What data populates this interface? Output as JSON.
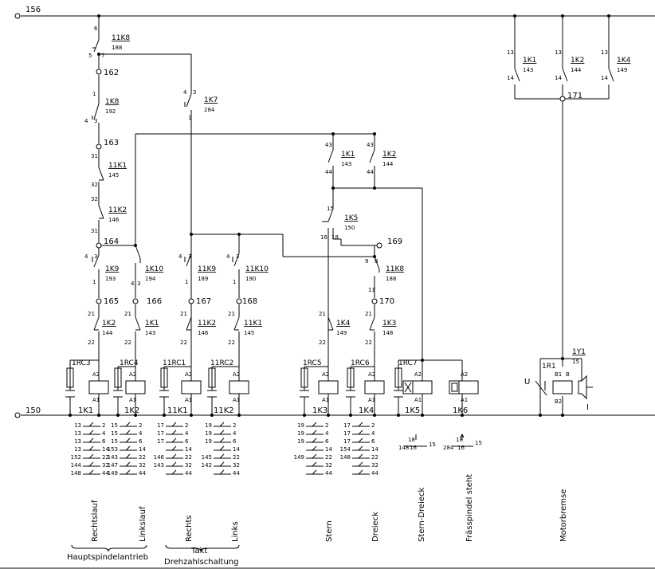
{
  "rails": {
    "top": "156",
    "bottom": "150"
  },
  "nodes": [
    "162",
    "163",
    "164",
    "165",
    "166",
    "167",
    "168",
    "169",
    "170",
    "171"
  ],
  "contacts": {
    "k8top": {
      "name": "11K8",
      "ref": "188",
      "t1": "6",
      "t2": "5",
      "t3": "7"
    },
    "k8": {
      "name": "1K8",
      "ref": "192",
      "t1": "1",
      "t2": "4",
      "t3": "3"
    },
    "k1a": {
      "name": "11K1",
      "ref": "145",
      "t1": "31",
      "t2": "32"
    },
    "k2a": {
      "name": "11K2",
      "ref": "146",
      "t1": "32",
      "t2": "31"
    },
    "k7": {
      "name": "1K7",
      "ref": "284",
      "t1": "4",
      "t2": "3",
      "t3": "1"
    },
    "k9": {
      "name": "1K9",
      "ref": "193",
      "t1": "4",
      "t2": "3",
      "t3": "1"
    },
    "k10": {
      "name": "1K10",
      "ref": "194",
      "t1": "3",
      "t2": "4"
    },
    "k9b": {
      "name": "11K9",
      "ref": "189",
      "t1": "4",
      "t2": "3",
      "t3": "1"
    },
    "k10b": {
      "name": "11K10",
      "ref": "190",
      "t1": "4",
      "t2": "3",
      "t3": "1"
    },
    "c1": {
      "name": "1K2",
      "ref": "144",
      "t1": "21",
      "t2": "22"
    },
    "c2": {
      "name": "1K1",
      "ref": "143",
      "t1": "21",
      "t2": "22"
    },
    "c3": {
      "name": "11K2",
      "ref": "146",
      "t1": "21",
      "t2": "22"
    },
    "c4": {
      "name": "11K1",
      "ref": "145",
      "t1": "21",
      "t2": "22"
    },
    "sk1": {
      "name": "1K1",
      "ref": "143",
      "t1": "43",
      "t2": "44"
    },
    "sk2": {
      "name": "1K2",
      "ref": "144",
      "t1": "43",
      "t2": "44"
    },
    "k5": {
      "name": "1K5",
      "ref": "150",
      "t1": "15",
      "t2": "16",
      "t3": "18"
    },
    "k8b": {
      "name": "11K8",
      "ref": "188",
      "t1": "9",
      "t2": "8",
      "t3": "11"
    },
    "c5": {
      "name": "1K4",
      "ref": "149",
      "t1": "21",
      "t2": "22"
    },
    "c6": {
      "name": "1K3",
      "ref": "148",
      "t1": "21",
      "t2": "22"
    },
    "b1": {
      "name": "1K1",
      "ref": "143",
      "t1": "13",
      "t2": "14"
    },
    "b2": {
      "name": "1K2",
      "ref": "144",
      "t1": "13",
      "t2": "14"
    },
    "b3": {
      "name": "1K4",
      "ref": "149",
      "t1": "13",
      "t2": "14"
    }
  },
  "coils": [
    {
      "rc": "1RC3",
      "name": "1K1",
      "a1": "A1",
      "a2": "A2"
    },
    {
      "rc": "1RC4",
      "name": "1K2",
      "a1": "A1",
      "a2": "A2"
    },
    {
      "rc": "11RC1",
      "name": "11K1",
      "a1": "A1",
      "a2": "A2"
    },
    {
      "rc": "11RC2",
      "name": "11K2",
      "a1": "A1",
      "a2": "A2"
    },
    {
      "rc": "1RC5",
      "name": "1K3",
      "a1": "A1",
      "a2": "A2"
    },
    {
      "rc": "1RC6",
      "name": "1K4",
      "a1": "A1",
      "a2": "A2"
    },
    {
      "rc": "1RC7",
      "name": "1K5",
      "a1": "A1",
      "a2": "A2"
    },
    {
      "rc": "",
      "name": "1K6",
      "a1": "A1",
      "a2": "A2"
    }
  ],
  "brake": {
    "rname": "1R1",
    "uname": "U",
    "yname": "1Y1",
    "yref": "15",
    "b1": "B1",
    "b": "B",
    "b2": "B2",
    "m": "I"
  },
  "xref": [
    [
      [
        "13",
        "2"
      ],
      [
        "13",
        "4"
      ],
      [
        "13",
        "6"
      ],
      [
        "13",
        "14"
      ],
      [
        "152",
        "22"
      ],
      [
        "144",
        "32"
      ],
      [
        "148",
        "44"
      ]
    ],
    [
      [
        "15",
        "2"
      ],
      [
        "15",
        "4"
      ],
      [
        "15",
        "6"
      ],
      [
        "153",
        "14"
      ],
      [
        "143",
        "22"
      ],
      [
        "147",
        "32"
      ],
      [
        "149",
        "44"
      ]
    ],
    [
      [
        "17",
        "2"
      ],
      [
        "17",
        "4"
      ],
      [
        "17",
        "6"
      ],
      [
        "",
        "14"
      ],
      [
        "146",
        "22"
      ],
      [
        "143",
        "32"
      ],
      [
        "",
        "44"
      ]
    ],
    [
      [
        "19",
        "2"
      ],
      [
        "19",
        "4"
      ],
      [
        "19",
        "6"
      ],
      [
        "",
        "14"
      ],
      [
        "145",
        "22"
      ],
      [
        "142",
        "32"
      ],
      [
        "",
        "44"
      ]
    ],
    [
      [
        "19",
        "2"
      ],
      [
        "19",
        "4"
      ],
      [
        "19",
        "6"
      ],
      [
        "",
        "14"
      ],
      [
        "149",
        "22"
      ],
      [
        "",
        "32"
      ],
      [
        "",
        "44"
      ]
    ],
    [
      [
        "17",
        "2"
      ],
      [
        "17",
        "4"
      ],
      [
        "17",
        "6"
      ],
      [
        "154",
        "14"
      ],
      [
        "148",
        "22"
      ],
      [
        "",
        "32"
      ],
      [
        "",
        "44"
      ]
    ]
  ],
  "xref_k5": {
    "ref": "148",
    "t1": "18",
    "t2": "16",
    "t3": "15"
  },
  "xref_k6": {
    "ref": "284",
    "t1": "18",
    "t2": "16",
    "t3": "15"
  },
  "captions": [
    "Rechtslauf",
    "Linkslauf",
    "Rechts",
    "Links",
    "Stern",
    "Dreieck",
    "Stern-Dreieck",
    "Frässpindel steht",
    "Motorbremse"
  ],
  "groups": {
    "g1": "Hauptspindelantrieb",
    "g2a": "Takt",
    "g2b": "Drehzahlschaltung"
  }
}
